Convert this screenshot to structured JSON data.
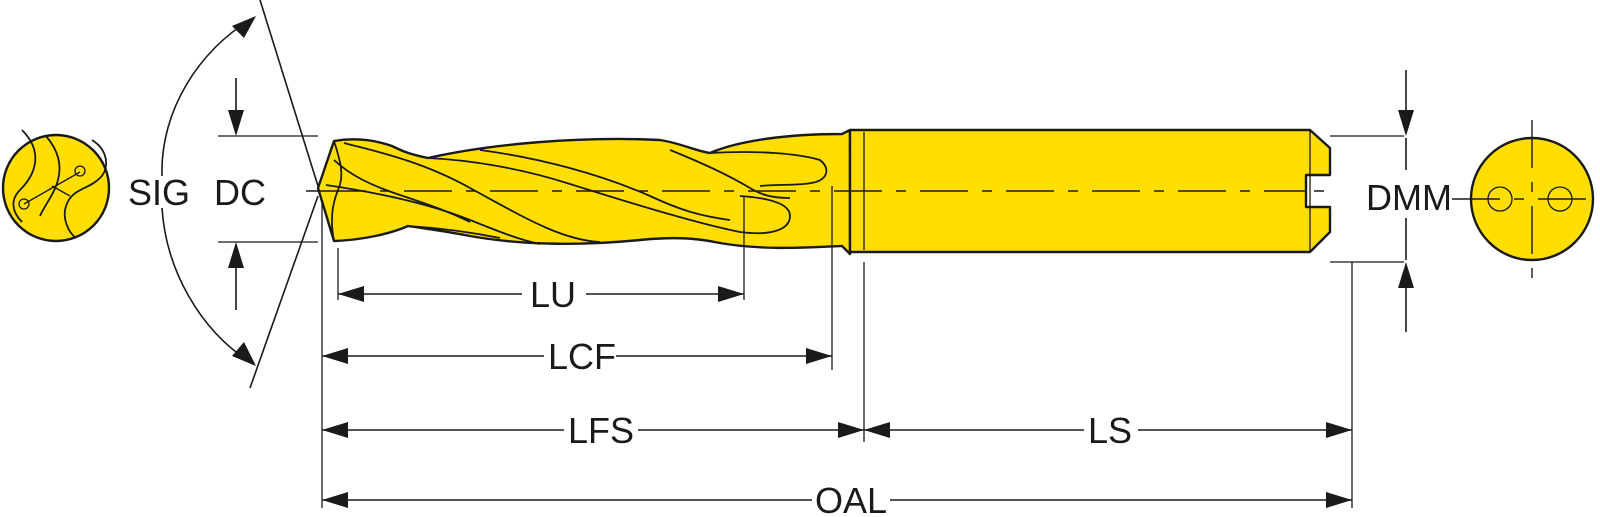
{
  "colors": {
    "tool_fill": "#ffde00",
    "line": "#1a1a1a",
    "background": "#ffffff"
  },
  "labels": {
    "sig": "SIG",
    "dc": "DC",
    "dmm": "DMM",
    "lu": "LU",
    "lcf": "LCF",
    "lfs": "LFS",
    "ls": "LS",
    "oal": "OAL"
  }
}
